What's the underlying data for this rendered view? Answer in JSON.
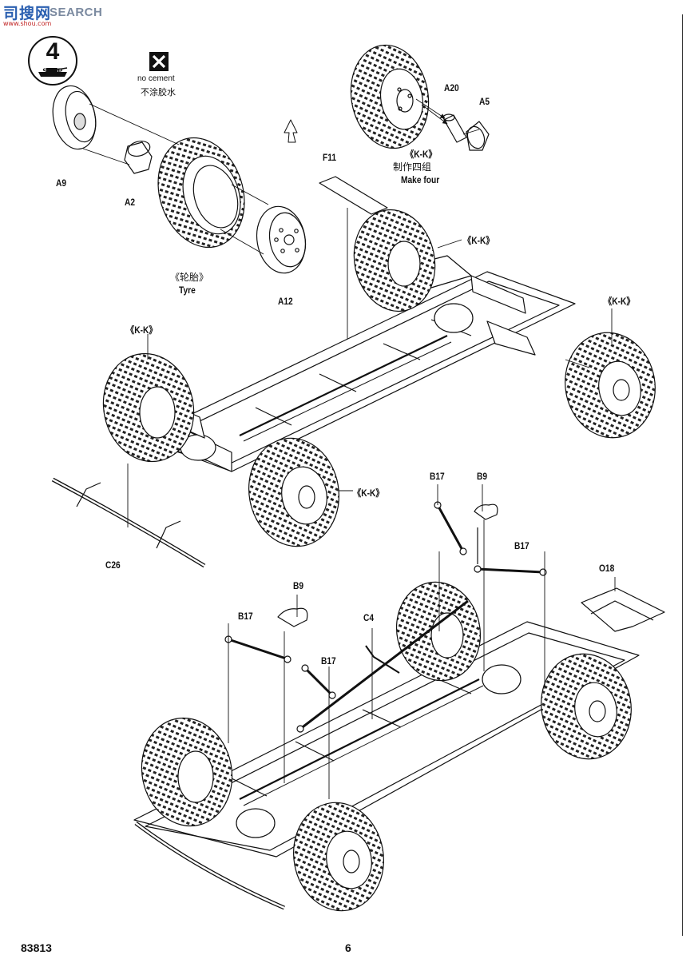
{
  "watermark": {
    "logo": "司搜网",
    "brand": "SEARCH",
    "url": "www.shou.com"
  },
  "step": {
    "number": "4",
    "word": "STEP"
  },
  "no_cement": {
    "en": "no cement",
    "cn": "不涂胶水"
  },
  "wheel_group": {
    "ref": "《K-K》",
    "cn": "制作四组",
    "en": "Make four"
  },
  "tyre": {
    "cn": "《轮胎》",
    "en": "Tyre"
  },
  "parts": {
    "a9": "A9",
    "a2": "A2",
    "a12": "A12",
    "a20": "A20",
    "a5": "A5",
    "f11": "F11",
    "c26": "C26",
    "b17": "B17",
    "b9": "B9",
    "c4": "C4",
    "o18": "O18"
  },
  "kk_label": "《K-K》",
  "footer": {
    "code": "83813",
    "page": "6"
  },
  "colors": {
    "ink": "#111111",
    "paper": "#ffffff",
    "watermark_blue": "#2a5fb0",
    "watermark_red": "#c02020"
  }
}
